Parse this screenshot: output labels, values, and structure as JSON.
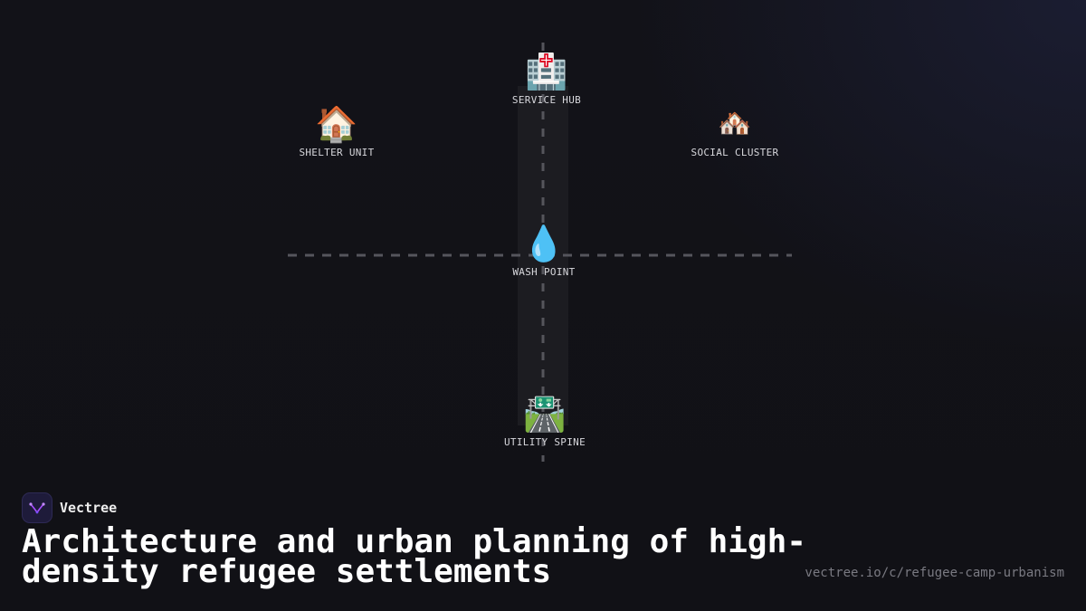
{
  "diagram": {
    "nodes": {
      "service_hub": {
        "icon": "🏥",
        "icon_name": "hospital-icon",
        "label": "SERVICE HUB"
      },
      "shelter_unit": {
        "icon": "🏠",
        "icon_name": "house-icon",
        "label": "SHELTER UNIT"
      },
      "social_cluster": {
        "icon": "🏘️",
        "icon_name": "houses-icon",
        "label": "SOCIAL CLUSTER"
      },
      "wash_point": {
        "icon": "💧",
        "icon_name": "droplet-icon",
        "label": "WASH POINT"
      },
      "utility_spine": {
        "icon": "🛣️",
        "icon_name": "motorway-icon",
        "label": "UTILITY SPINE"
      }
    }
  },
  "brand": {
    "name": "Vectree",
    "logo_color": "#a64dff"
  },
  "title": "Architecture and urban planning of high-density refugee settlements",
  "url": "vectree.io/c/refugee-camp-urbanism"
}
